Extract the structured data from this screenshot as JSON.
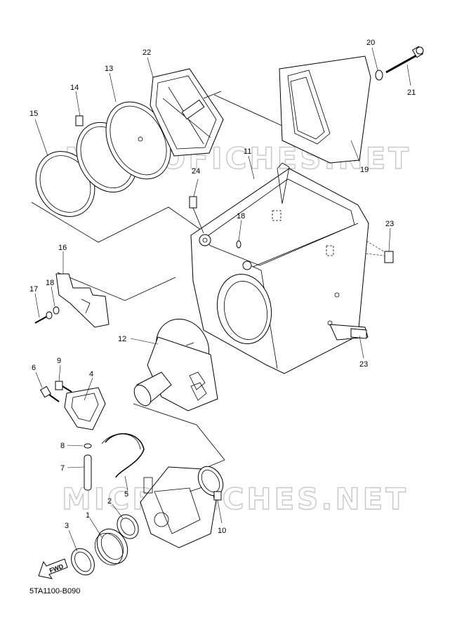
{
  "watermarks": [
    "MICROFICHES.NET",
    "MICROFICHES.NET"
  ],
  "diagram_code": "5TA1100-B090",
  "fwd_label": "FWD",
  "callouts": [
    {
      "id": "c1",
      "label": "1"
    },
    {
      "id": "c2",
      "label": "2"
    },
    {
      "id": "c3",
      "label": "3"
    },
    {
      "id": "c4",
      "label": "4"
    },
    {
      "id": "c5",
      "label": "5"
    },
    {
      "id": "c6",
      "label": "6"
    },
    {
      "id": "c7",
      "label": "7"
    },
    {
      "id": "c8",
      "label": "8"
    },
    {
      "id": "c9",
      "label": "9"
    },
    {
      "id": "c10",
      "label": "10"
    },
    {
      "id": "c11",
      "label": "11"
    },
    {
      "id": "c12",
      "label": "12"
    },
    {
      "id": "c13",
      "label": "13"
    },
    {
      "id": "c14",
      "label": "14"
    },
    {
      "id": "c15",
      "label": "15"
    },
    {
      "id": "c16",
      "label": "16"
    },
    {
      "id": "c17",
      "label": "17"
    },
    {
      "id": "c18a",
      "label": "18"
    },
    {
      "id": "c18b",
      "label": "18"
    },
    {
      "id": "c19",
      "label": "19"
    },
    {
      "id": "c20",
      "label": "20"
    },
    {
      "id": "c21",
      "label": "21"
    },
    {
      "id": "c22",
      "label": "22"
    },
    {
      "id": "c23a",
      "label": "23"
    },
    {
      "id": "c23b",
      "label": "23"
    },
    {
      "id": "c24",
      "label": "24"
    }
  ]
}
